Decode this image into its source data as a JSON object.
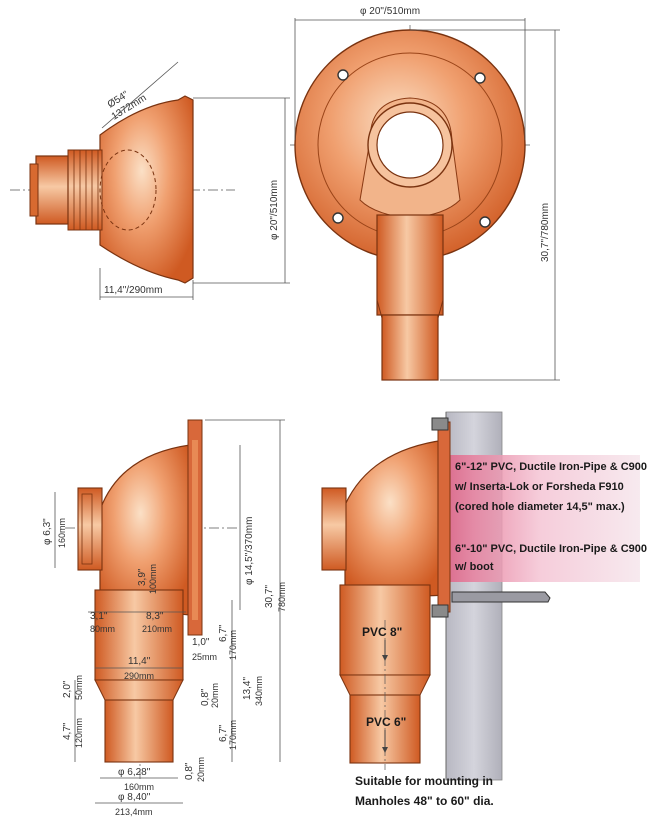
{
  "top_left": {
    "dia_54": "Ø54\"",
    "dia_1372": "1372mm",
    "dia_20": "φ 20\"/510mm",
    "len_11_4": "11,4\"/290mm"
  },
  "top_right": {
    "dia_top": "φ 20\"/510mm",
    "height": "30,7\"/780mm"
  },
  "bottom_left": {
    "d63": "φ 6,3\"",
    "d160": "160mm",
    "d145": "φ 14,5\"/370mm",
    "h307": "30,7\"",
    "h780": "780mm",
    "d39": "3,9\"",
    "d100": "100mm",
    "d31": "3,1\"",
    "d80": "80mm",
    "d83": "8,3\"",
    "d210": "210mm",
    "d10": "1,0\"",
    "d25": "25mm",
    "d114": "11,4\"",
    "d290": "290mm",
    "d67a": "6,7\"",
    "d170a": "170mm",
    "d134": "13,4\"",
    "d340": "340mm",
    "d20": "2,0\"",
    "d50": "50mm",
    "d08a": "0,8\"",
    "d20a": "20mm",
    "d47": "4,7\"",
    "d120": "120mm",
    "d67b": "6,7\"",
    "d170b": "170mm",
    "d08b": "0,8\"",
    "d20b": "20mm",
    "d628": "φ 6,28\"",
    "d160b": "160mm",
    "d840": "φ 8,40\"",
    "d2134": "213,4mm"
  },
  "bottom_right": {
    "note1_l1": "6\"-12\" PVC, Ductile Iron-Pipe & C900",
    "note1_l2": "w/ Inserta-Lok or Forsheda F910",
    "note1_l3": "(cored hole diameter 14,5\" max.)",
    "note2_l1": "6\"-10\" PVC, Ductile Iron-Pipe & C900",
    "note2_l2": "w/ boot",
    "pvc8": "PVC 8\"",
    "pvc6": "PVC 6\"",
    "footer_l1": "Suitable for mounting in",
    "footer_l2": "Manholes 48\" to 60\" dia."
  },
  "colors": {
    "body": "#e2763d",
    "highlight": "#f8d2b0",
    "dark": "#b24e1e",
    "wall": "#c8c8cf",
    "band": "#e8a0b8"
  }
}
